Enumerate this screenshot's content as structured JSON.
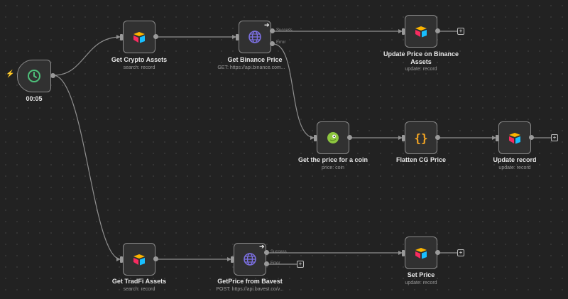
{
  "trigger": {
    "label": "00:05",
    "bolt": "⚡",
    "icon": "clock-icon",
    "color": "#4ec07a"
  },
  "nodes": {
    "get_crypto": {
      "title": "Get Crypto Assets",
      "sub": "search: record",
      "icon": "airtable-icon"
    },
    "get_binance": {
      "title": "Get Binance Price",
      "sub": "GET: https://api.binance.com...",
      "icon": "globe-icon",
      "branch_success": "Success",
      "branch_error": "Error"
    },
    "update_binance": {
      "title": "Update Price on Binance Assets",
      "sub": "update: record",
      "icon": "airtable-icon"
    },
    "get_price_coin": {
      "title": "Get the price for a coin",
      "sub": "price: coin",
      "icon": "coingecko-icon"
    },
    "flatten": {
      "title": "Flatten CG Price",
      "sub": "",
      "icon": "code-braces-icon",
      "glyph": "{}"
    },
    "update_record": {
      "title": "Update record",
      "sub": "update: record",
      "icon": "airtable-icon"
    },
    "get_tradfi": {
      "title": "Get TradFi Assets",
      "sub": "search: record",
      "icon": "airtable-icon"
    },
    "get_bavest": {
      "title": "GetPrice from Bavest",
      "sub": "POST: https://api.bavest.co/v...",
      "icon": "globe-icon",
      "branch_success": "Success",
      "branch_error": "Error"
    },
    "set_price": {
      "title": "Set Price",
      "sub": "update: record",
      "icon": "airtable-icon"
    }
  },
  "plus_label": "+",
  "arrow_glyph": "➔",
  "colors": {
    "background": "#222222",
    "node_fill": "#313131",
    "node_border": "#8a8a8a",
    "edge": "#9a9a9a",
    "accent_bolt": "#ff6d5a",
    "globe": "#7b6fe0"
  }
}
